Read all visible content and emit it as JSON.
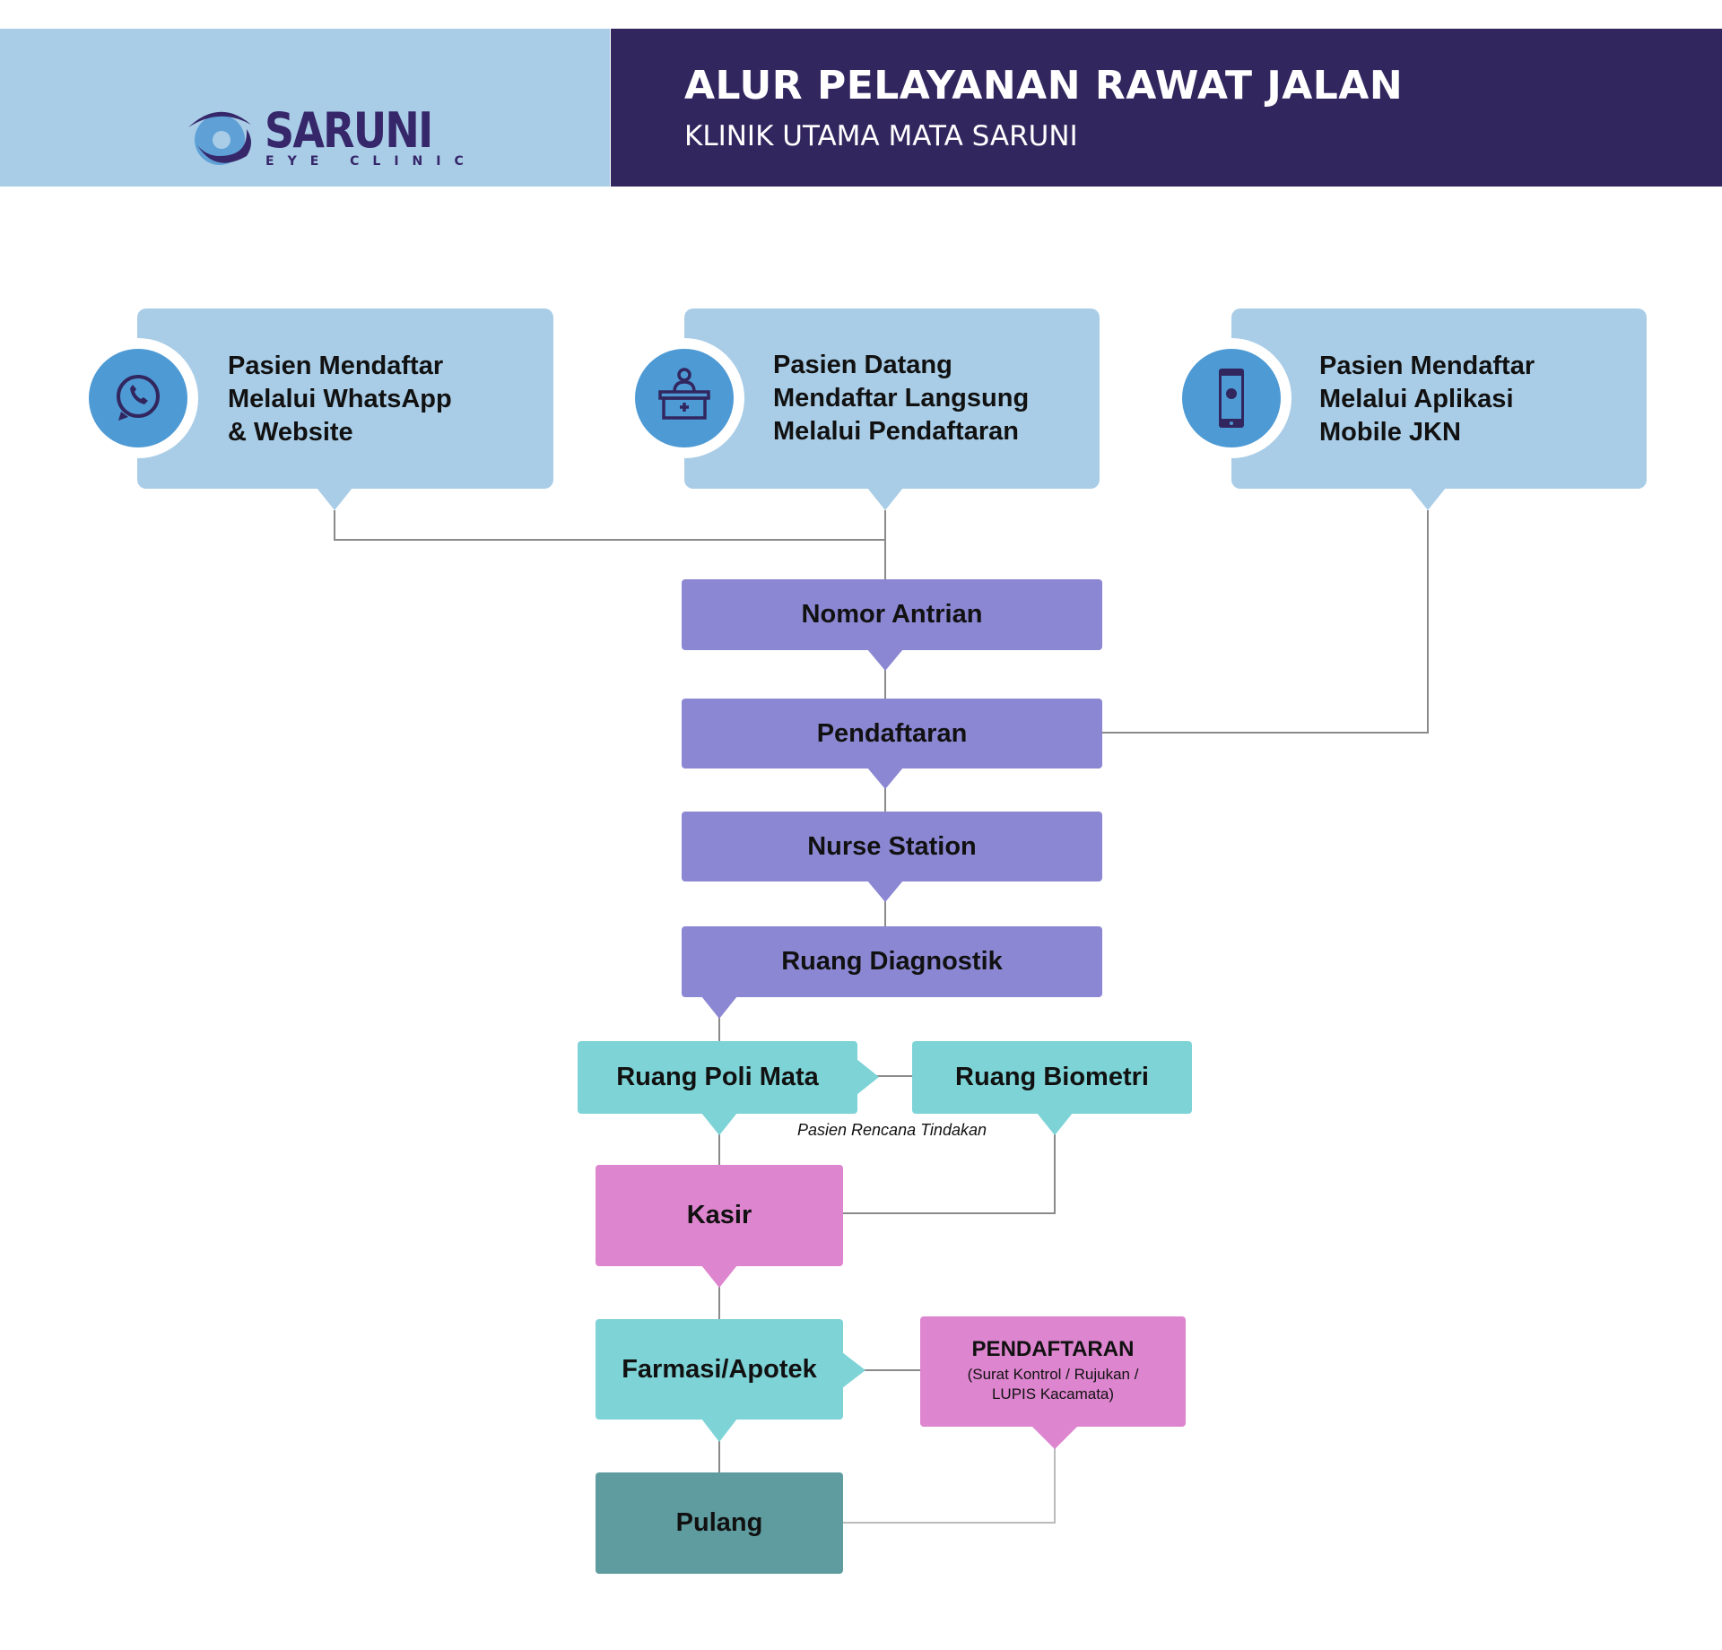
{
  "header": {
    "logo_name": "SARUNI",
    "logo_tagline": "EYE CLINIC",
    "title": "ALUR PELAYANAN RAWAT JALAN",
    "subtitle": "KLINIK UTAMA MATA SARUNI"
  },
  "entry_cards": [
    {
      "icon": "whatsapp-icon",
      "lines": [
        "Pasien Mendaftar",
        "Melalui WhatsApp",
        "& Website"
      ]
    },
    {
      "icon": "reception-desk-icon",
      "lines": [
        "Pasien Datang",
        "Mendaftar Langsung",
        "Melalui Pendaftaran"
      ]
    },
    {
      "icon": "mobile-phone-icon",
      "lines": [
        "Pasien Mendaftar",
        "Melalui Aplikasi",
        "Mobile JKN"
      ]
    }
  ],
  "steps": {
    "nomor_antrian": "Nomor Antrian",
    "pendaftaran": "Pendaftaran",
    "nurse_station": "Nurse Station",
    "ruang_diagnostik": "Ruang Diagnostik",
    "ruang_poli_mata": "Ruang Poli Mata",
    "ruang_biometri": "Ruang Biometri",
    "rencana_tindakan_note": "Pasien Rencana Tindakan",
    "kasir": "Kasir",
    "farmasi": "Farmasi/Apotek",
    "pendaftaran_kontrol_title": "PENDAFTARAN",
    "pendaftaran_kontrol_detail_1": "(Surat Kontrol / Rujukan /",
    "pendaftaran_kontrol_detail_2": "LUPIS Kacamata)",
    "pulang": "Pulang"
  },
  "colors": {
    "light_blue": "#a9cde7",
    "navy": "#32265f",
    "icon_blue": "#4e9ad4",
    "purple": "#8b87d3",
    "teal": "#7dd3d6",
    "pink": "#dd85ce",
    "slate": "#5f9c9f"
  }
}
